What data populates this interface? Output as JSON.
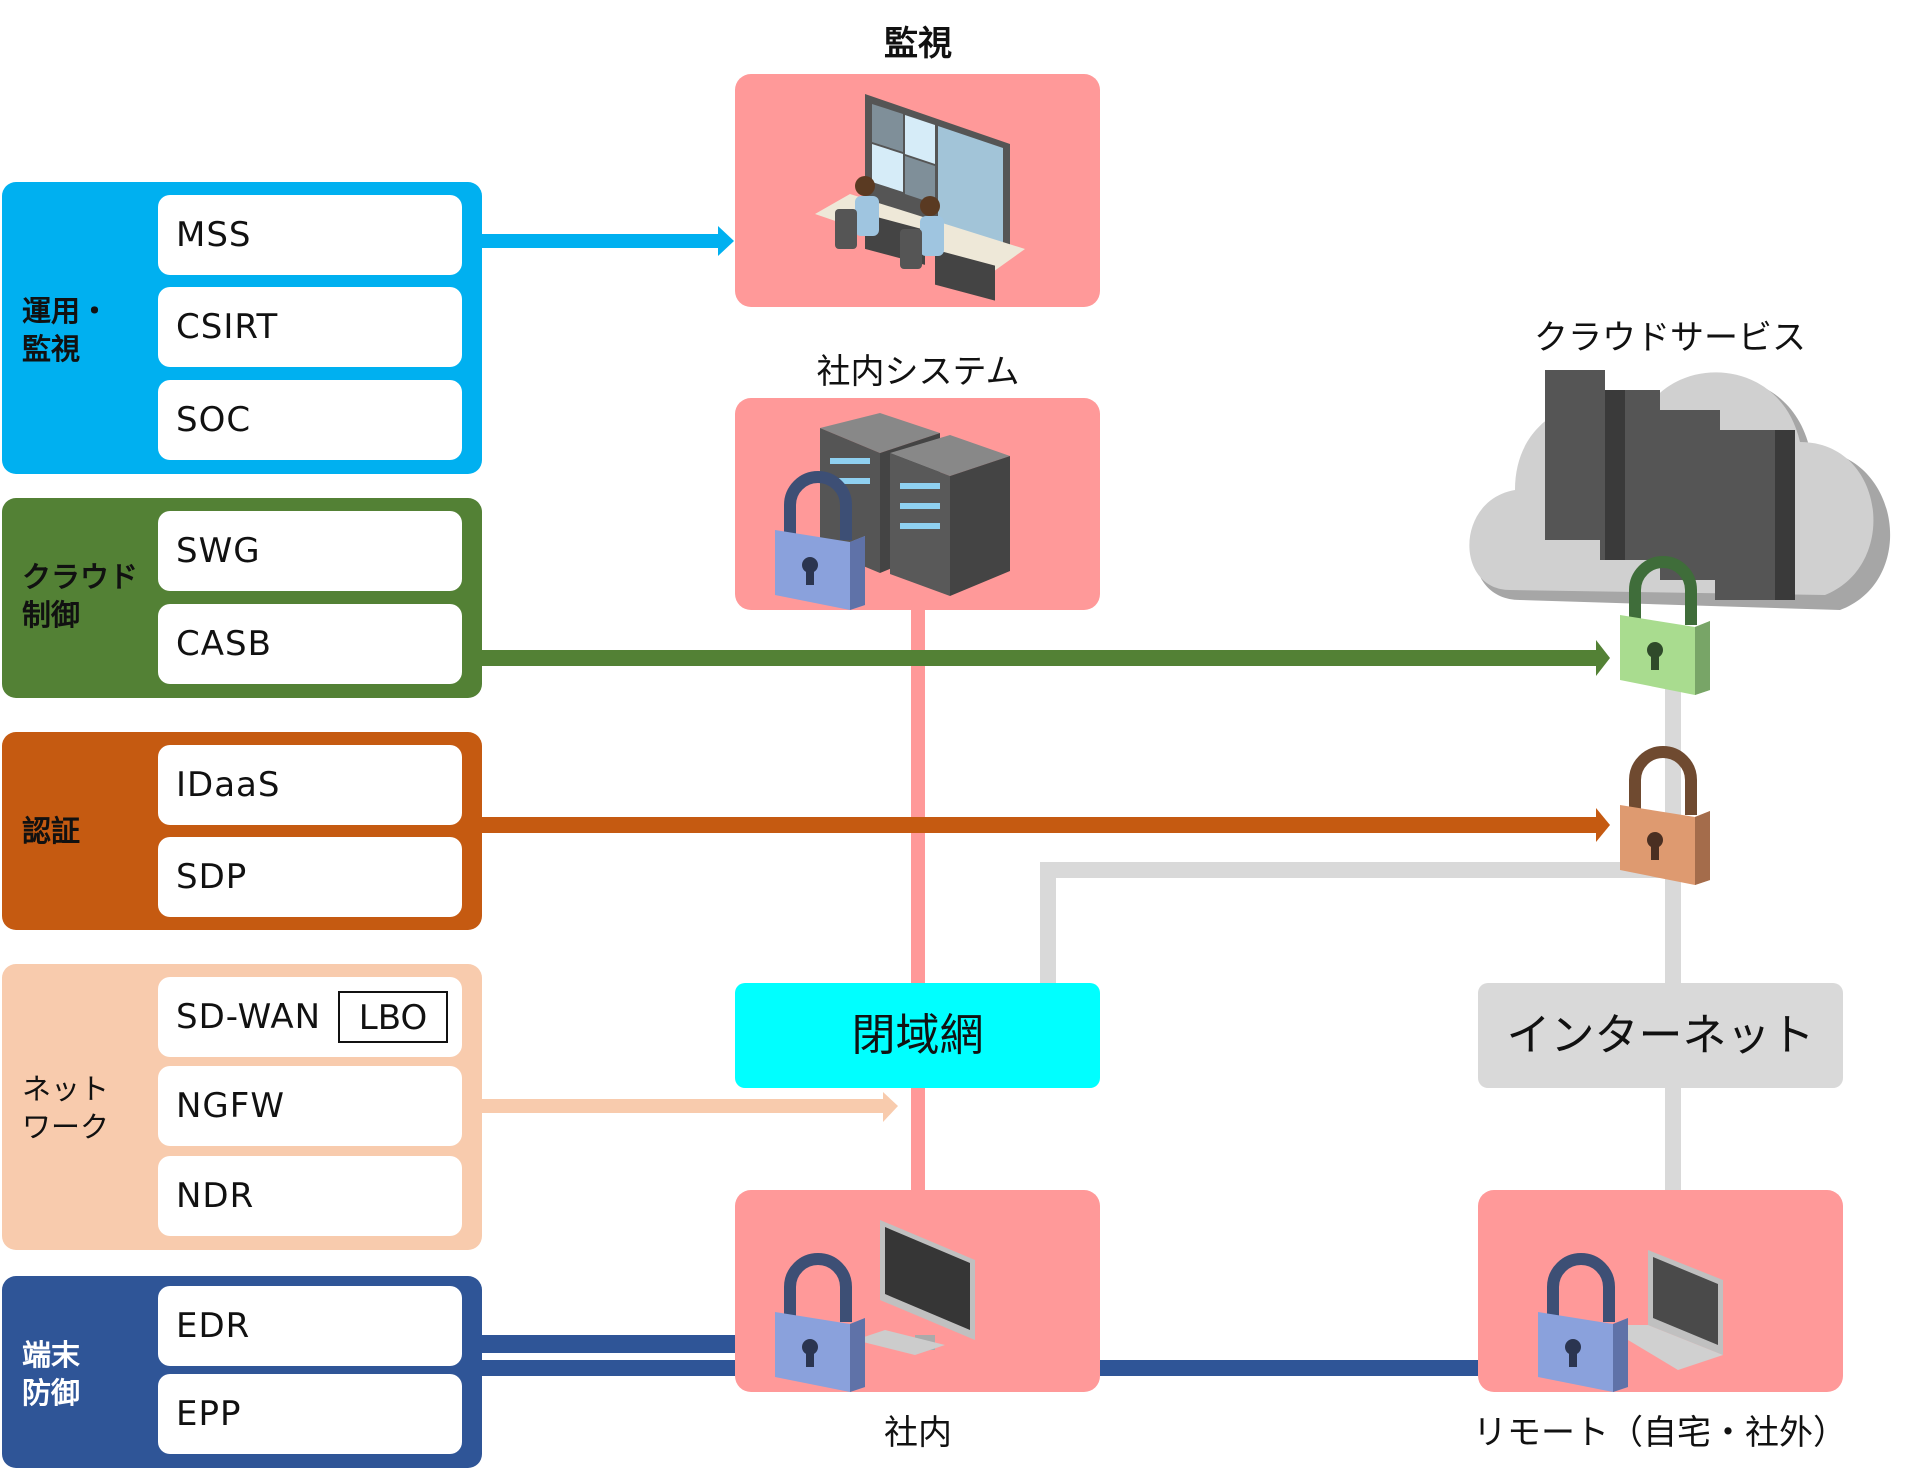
{
  "colors": {
    "ops": "#00b0f0",
    "cloud": "#538135",
    "auth": "#c55a11",
    "network": "#f8cbad",
    "endpoint": "#2f5597",
    "zone": "#ff9999",
    "closed_net": "#00ffff",
    "internet": "#d9d9d9"
  },
  "groups": [
    {
      "id": "ops",
      "label": "運用・\n監視",
      "items": [
        "MSS",
        "CSIRT",
        "SOC"
      ]
    },
    {
      "id": "cloud",
      "label": "クラウド\n制御",
      "items": [
        "SWG",
        "CASB"
      ]
    },
    {
      "id": "auth",
      "label": "認証",
      "items": [
        "IDaaS",
        "SDP"
      ]
    },
    {
      "id": "network",
      "label": "ネット\nワーク",
      "items": [
        "SD-WAN",
        "NGFW",
        "NDR"
      ],
      "badge": "LBO"
    },
    {
      "id": "endpoint",
      "label": "端末\n防御",
      "items": [
        "EDR",
        "EPP"
      ]
    }
  ],
  "zones": {
    "monitoring": {
      "title": "監視",
      "icon": "monitoring-room"
    },
    "internal_system": {
      "title": "社内システム",
      "icon": "server-with-lock"
    },
    "cloud_service": {
      "title": "クラウドサービス",
      "icon": "cloud-servers"
    },
    "office": {
      "title": "社内",
      "icon": "desktop-with-lock"
    },
    "remote": {
      "title": "リモート（自宅・社外）",
      "icon": "laptop-with-lock"
    }
  },
  "networks": {
    "closed": "閉域網",
    "internet": "インターネット"
  }
}
